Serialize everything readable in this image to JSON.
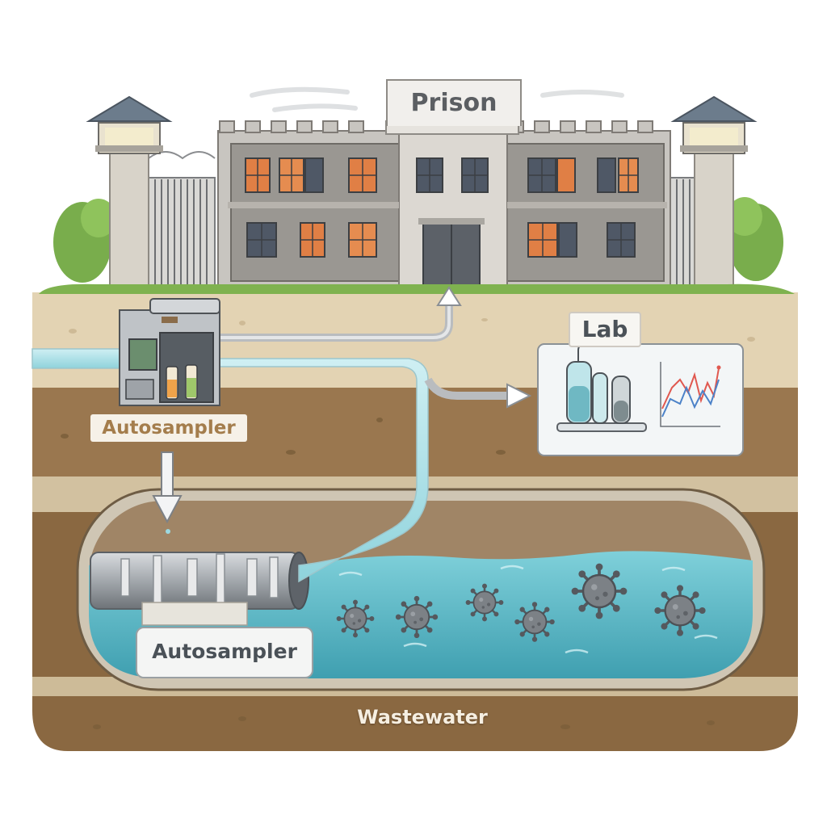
{
  "labels": {
    "prison": "Prison",
    "lab": "Lab",
    "autosampler_top": "Autosampler",
    "autosampler_bottom": "Autosampler",
    "wastewater": "Wastewater"
  },
  "colors": {
    "sky": "#ffffff",
    "grass": "#7fb24f",
    "soil_top": "#e3d3b3",
    "soil_mid": "#9a774f",
    "soil_deep": "#8a6841",
    "water": "#5fb7c4",
    "building": "#c9c6c1",
    "window_glow": "#e2874a",
    "virus": "#6e7378"
  },
  "icons": [
    "watchtower-icon",
    "tree-icon",
    "autosampler-device-icon",
    "test-tube-icon",
    "line-graph-icon",
    "virus-icon",
    "arrow-icon"
  ]
}
